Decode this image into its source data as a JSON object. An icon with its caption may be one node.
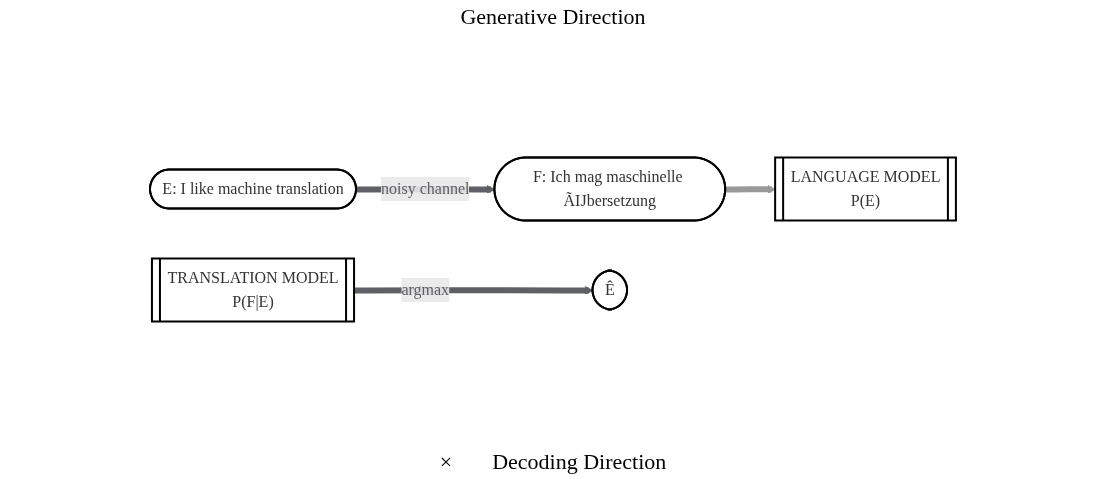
{
  "diagram": {
    "nodes": [
      {
        "text": [
          "E: I like machine translation"
        ]
      },
      {
        "text": [
          "F: Ich mag maschinelle ÃIJbersetzung"
        ]
      },
      {
        "text": [
          "TRANSLATION MODEL",
          "P(F|E)"
        ]
      },
      {
        "text": [
          "LANGUAGE MODEL",
          "P(E)"
        ]
      },
      {
        "text": [
          "Ê"
        ]
      }
    ],
    "edges": [
      {
        "from": 0,
        "to": 1,
        "arrow": "to",
        "label": "noisy channel"
      },
      {
        "from": 1,
        "to": 3,
        "arrow": "to",
        "color": "#999999"
      },
      {
        "from": 2,
        "to": 4,
        "arrow": "to",
        "label": "argmax"
      }
    ],
    "labels": [
      "Generative Direction",
      "×",
      "Decoding Direction"
    ]
  }
}
